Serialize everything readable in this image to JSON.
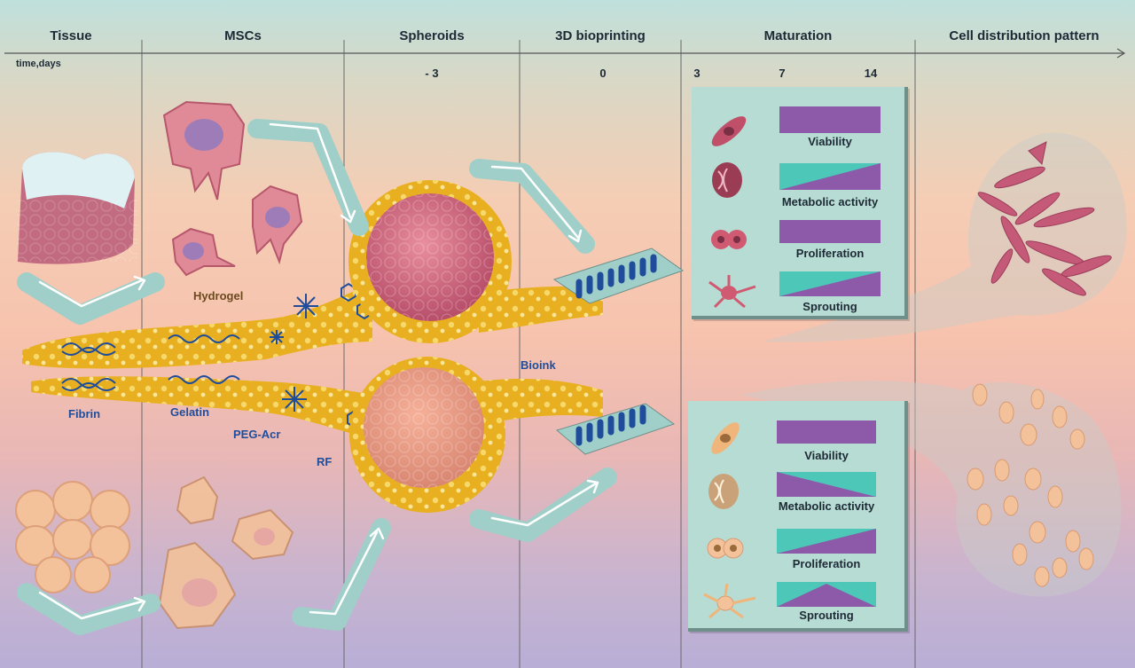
{
  "columns": [
    "Tissue",
    "MSCs",
    "Spheroids",
    "3D bioprinting",
    "Maturation",
    "Cell distribution pattern"
  ],
  "timeline": {
    "label": "time,days",
    "ticks": [
      "- 3",
      "0",
      "3",
      "7",
      "14"
    ]
  },
  "hydrogel_label": "Hydrogel",
  "bioink_label": "Bioink",
  "materials": [
    "Fibrin",
    "Gelatin",
    "PEG-Acr",
    "RF"
  ],
  "metrics": [
    "Viability",
    "Metabolic activity",
    "Proliferation",
    "Sprouting"
  ],
  "colors": {
    "purple": "#8c5aa8",
    "teal": "#4cc7b8",
    "panel": "#b7dcd3",
    "hydrogel": "#e8b020",
    "fiber": "#1f4d9c",
    "arrow": "#9fcfc8"
  }
}
